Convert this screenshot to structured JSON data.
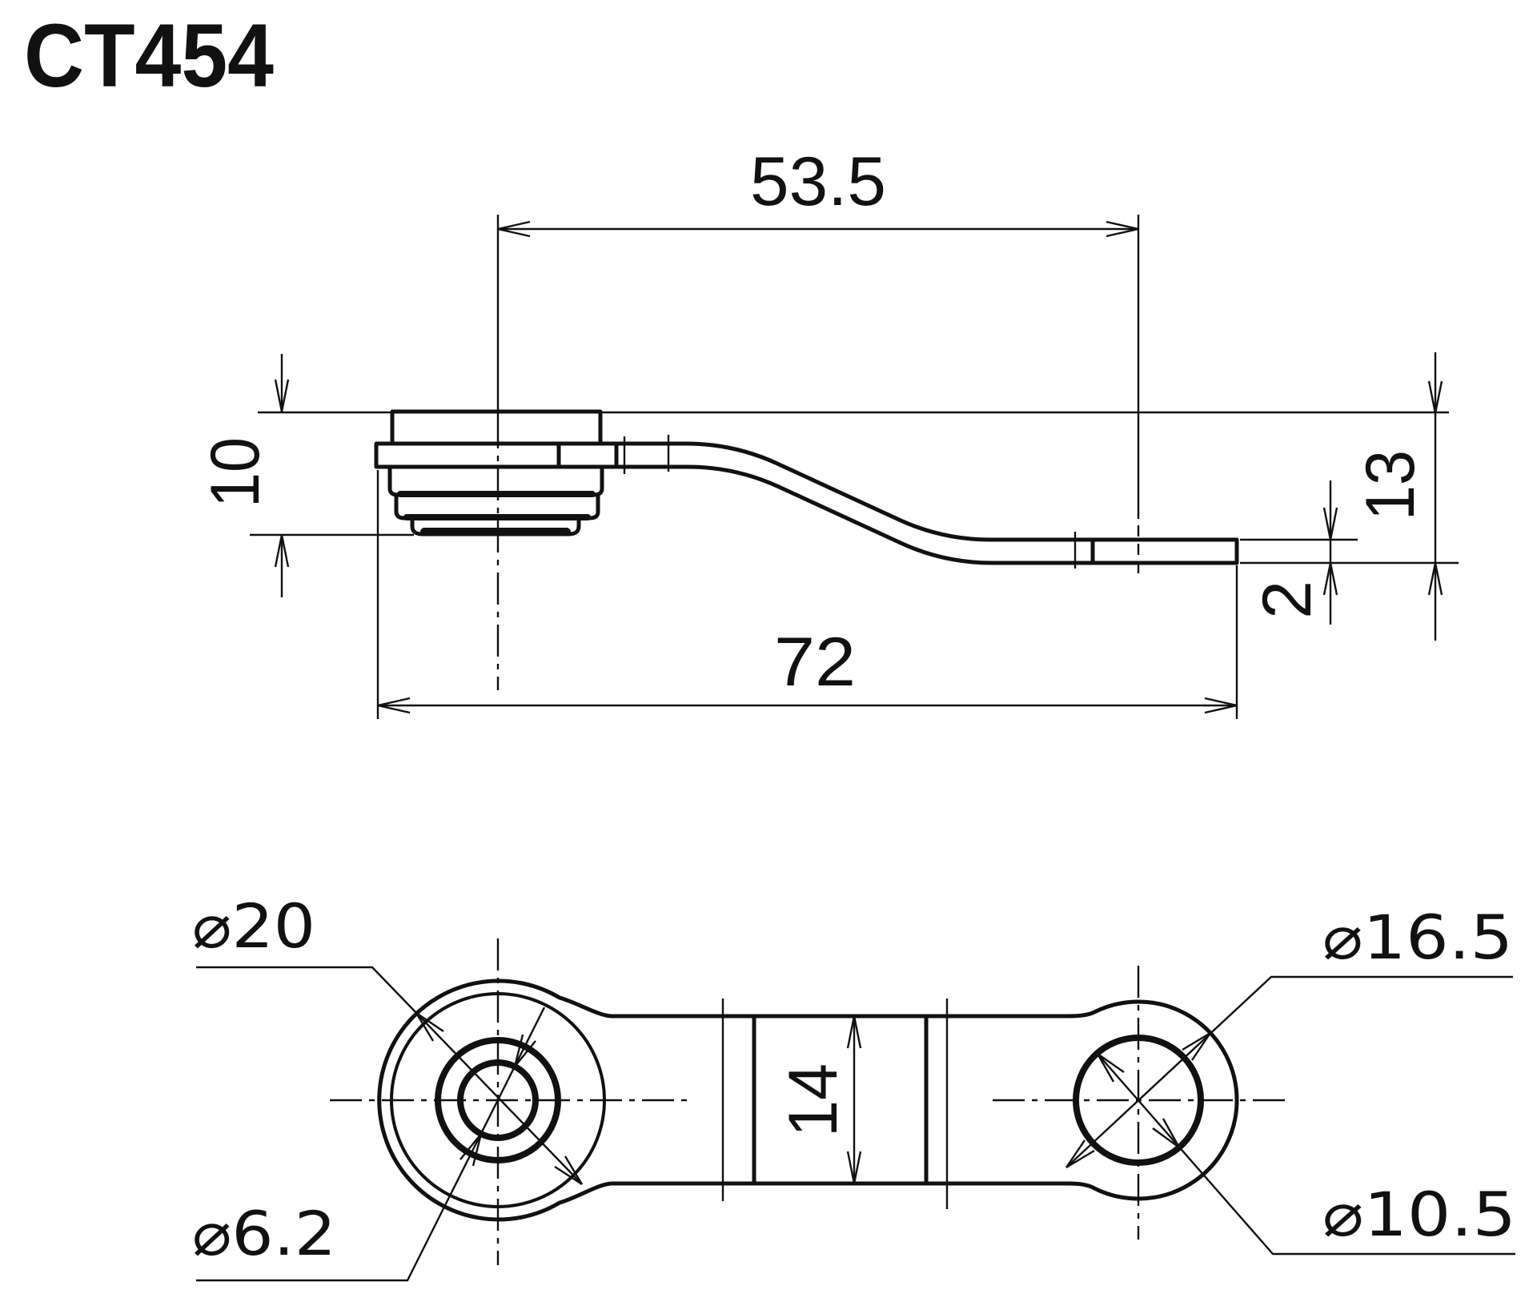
{
  "title": "CT454",
  "side_view": {
    "hole_offset": "53.5",
    "boss_height": "10",
    "end_height": "13",
    "plate_thickness": "2",
    "overall_length": "72"
  },
  "bottom_view": {
    "strap_width": "14",
    "boss_flange_diameter": "⌀20",
    "boss_hole_diameter": "⌀6.2",
    "end_outer_diameter": "⌀16.5",
    "end_hole_diameter": "⌀10.5"
  }
}
